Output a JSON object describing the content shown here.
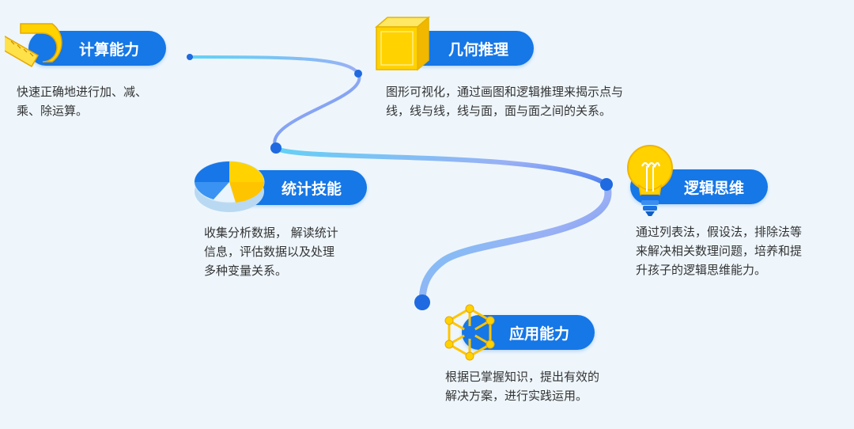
{
  "nodes": [
    {
      "id": "calc",
      "title": "计算能力",
      "desc_lines": [
        "快速正确地进行加、减、",
        "乘、除运算。"
      ],
      "icon": "ruler-protractor-icon"
    },
    {
      "id": "geometry",
      "title": "几何推理",
      "desc_lines": [
        "图形可视化，通过画图和逻辑推理来揭示点与",
        "线，线与线，线与面，面与面之间的关系。"
      ],
      "icon": "cube-icon"
    },
    {
      "id": "stats",
      "title": "统计技能",
      "desc_lines": [
        "收集分析数据， 解读统计",
        "信息，评估数据以及处理",
        "多种变量关系。"
      ],
      "icon": "pie-chart-icon"
    },
    {
      "id": "logic",
      "title": "逻辑思维",
      "desc_lines": [
        "通过列表法，假设法，排除法等",
        "来解决相关数理问题，培养和提",
        "升孩子的逻辑思维能力。"
      ],
      "icon": "light-bulb-icon"
    },
    {
      "id": "apply",
      "title": "应用能力",
      "desc_lines": [
        "根据已掌握知识，提出有效的",
        "解决方案，进行实践运用。"
      ],
      "icon": "molecule-network-icon"
    }
  ],
  "colors": {
    "pill": "#1677e6",
    "path_start": "#5fd3f5",
    "path_end": "#4d7ff0",
    "dot": "#1f6ae0",
    "icon_yellow": "#ffd200",
    "text": "#333333"
  }
}
